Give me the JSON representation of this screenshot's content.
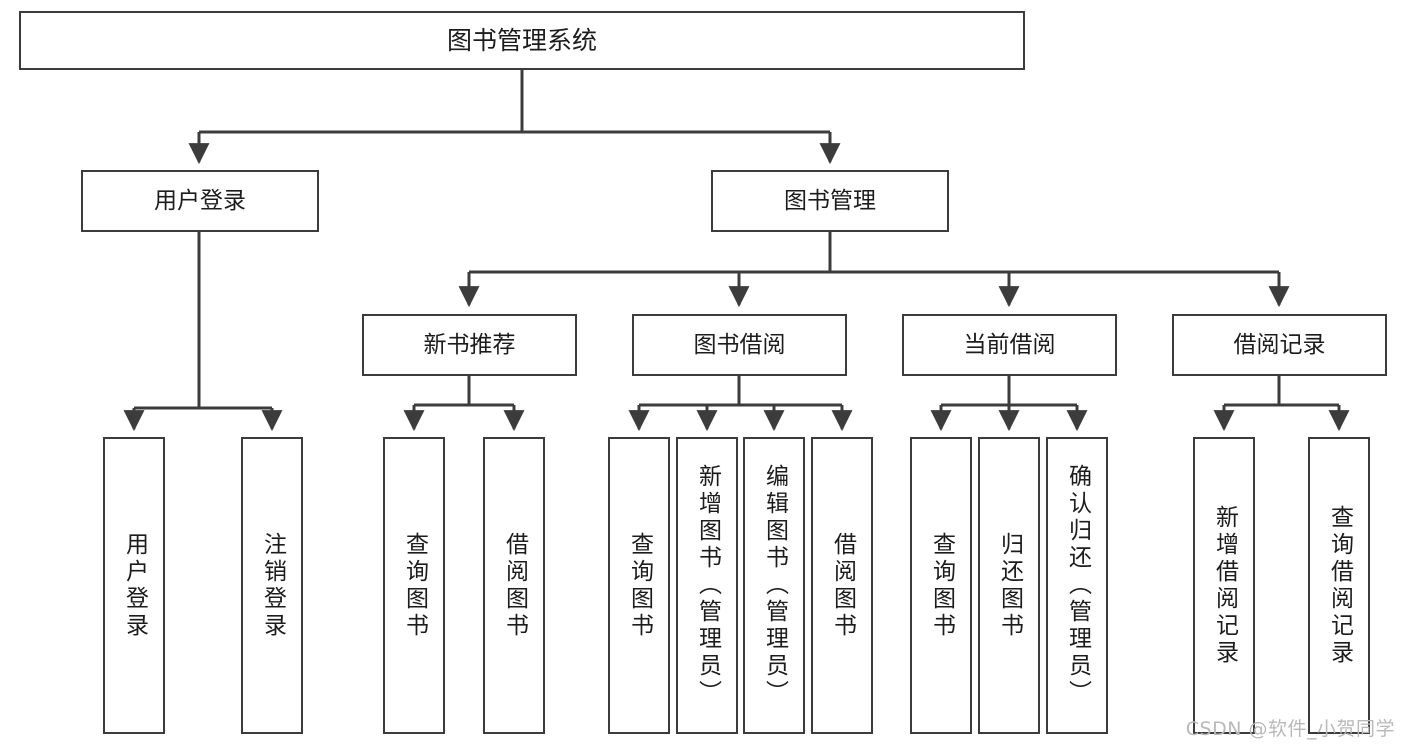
{
  "diagram": {
    "title": "图书管理系统",
    "watermark": "CSDN @软件_小贺同学",
    "colors": {
      "box_border": "#3c3c3c",
      "connector": "#3c3c3c",
      "text": "#1c1c1c",
      "background": "#ffffff",
      "watermark": "#b9b9b9"
    },
    "root": {
      "label": "图书管理系统"
    },
    "level2": [
      {
        "label": "用户登录"
      },
      {
        "label": "图书管理"
      }
    ],
    "level3": [
      {
        "label": "新书推荐"
      },
      {
        "label": "图书借阅"
      },
      {
        "label": "当前借阅"
      },
      {
        "label": "借阅记录"
      }
    ],
    "leaves": {
      "user_login": [
        {
          "label": "用户登录"
        },
        {
          "label": "注销登录"
        }
      ],
      "new_book_recommend": [
        {
          "label": "查询图书"
        },
        {
          "label": "借阅图书"
        }
      ],
      "book_borrow": [
        {
          "label": "查询图书"
        },
        {
          "label": "新增图书（管理员）"
        },
        {
          "label": "编辑图书（管理员）"
        },
        {
          "label": "借阅图书"
        }
      ],
      "current_borrow": [
        {
          "label": "查询图书"
        },
        {
          "label": "归还图书"
        },
        {
          "label": "确认归还（管理员）"
        }
      ],
      "borrow_record": [
        {
          "label": "新增借阅记录"
        },
        {
          "label": "查询借阅记录"
        }
      ]
    }
  }
}
